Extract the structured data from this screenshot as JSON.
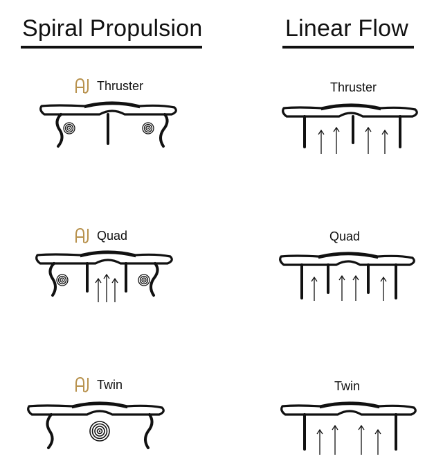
{
  "columns": [
    {
      "title": "Spiral Propulsion",
      "items": [
        {
          "label": "Thruster",
          "marked": true
        },
        {
          "label": "Quad",
          "marked": true
        },
        {
          "label": "Twin",
          "marked": true
        }
      ]
    },
    {
      "title": "Linear Flow",
      "items": [
        {
          "label": "Thruster",
          "marked": false
        },
        {
          "label": "Quad",
          "marked": false
        },
        {
          "label": "Twin",
          "marked": false
        }
      ]
    }
  ],
  "colors": {
    "ink": "#111111",
    "mark": "#b8924e"
  },
  "icons": {
    "mark": "au-glyph-icon",
    "spiral": "spiral-icon",
    "arrow": "up-arrow-icon"
  }
}
